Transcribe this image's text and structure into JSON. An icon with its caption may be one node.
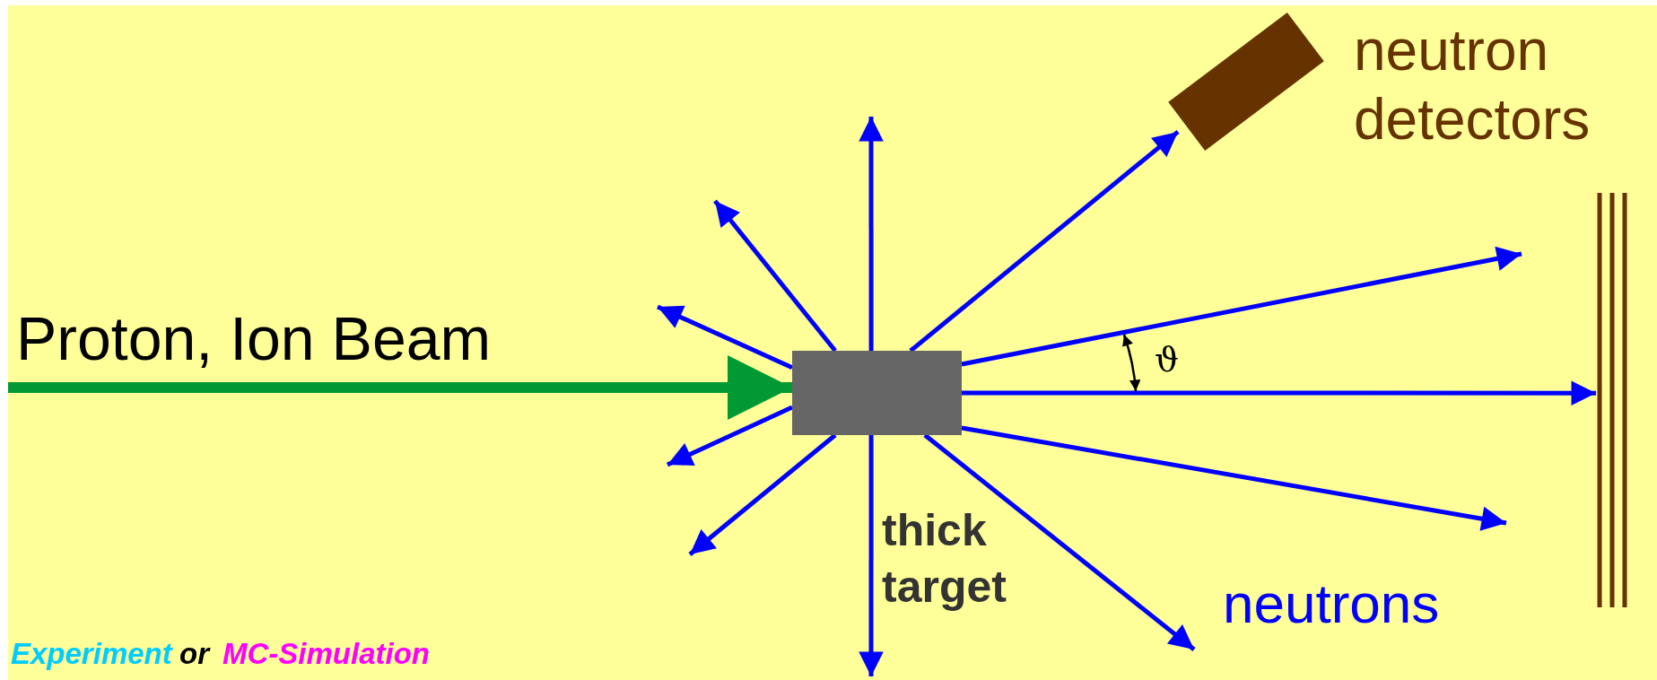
{
  "diagram": {
    "nodes": [
      {
        "text": [],
        "shape": "box",
        "beside": [
          "thick target"
        ]
      },
      {
        "text": [],
        "shape": "box",
        "beside": [
          "neutron detectors"
        ]
      },
      {
        "text": [],
        "shape": "bar"
      }
    ],
    "edges": [
      {
        "from": null,
        "to": 0,
        "arrow": "to",
        "label": "Proton, Ion Beam",
        "style": "thick",
        "color": "#009933"
      },
      {
        "from": 0,
        "to": null,
        "arrow": "to"
      },
      {
        "from": 0,
        "to": null,
        "arrow": "to"
      },
      {
        "from": 0,
        "to": null,
        "arrow": "to"
      },
      {
        "from": 0,
        "to": null,
        "arrow": "to"
      },
      {
        "from": 0,
        "to": null,
        "arrow": "to"
      },
      {
        "from": 0,
        "to": null,
        "arrow": "to"
      },
      {
        "from": 0,
        "to": null,
        "arrow": "to"
      },
      {
        "from": 0,
        "to": null,
        "arrow": "to"
      },
      {
        "from": 0,
        "to": 2,
        "arrow": "to"
      },
      {
        "from": 0,
        "to": null,
        "arrow": "to"
      },
      {
        "from": 0,
        "to": 1,
        "arrow": "to"
      }
    ],
    "labels": [
      "ϑ",
      "neutrons",
      "Experiment",
      "or",
      "MC-Simulation"
    ]
  }
}
